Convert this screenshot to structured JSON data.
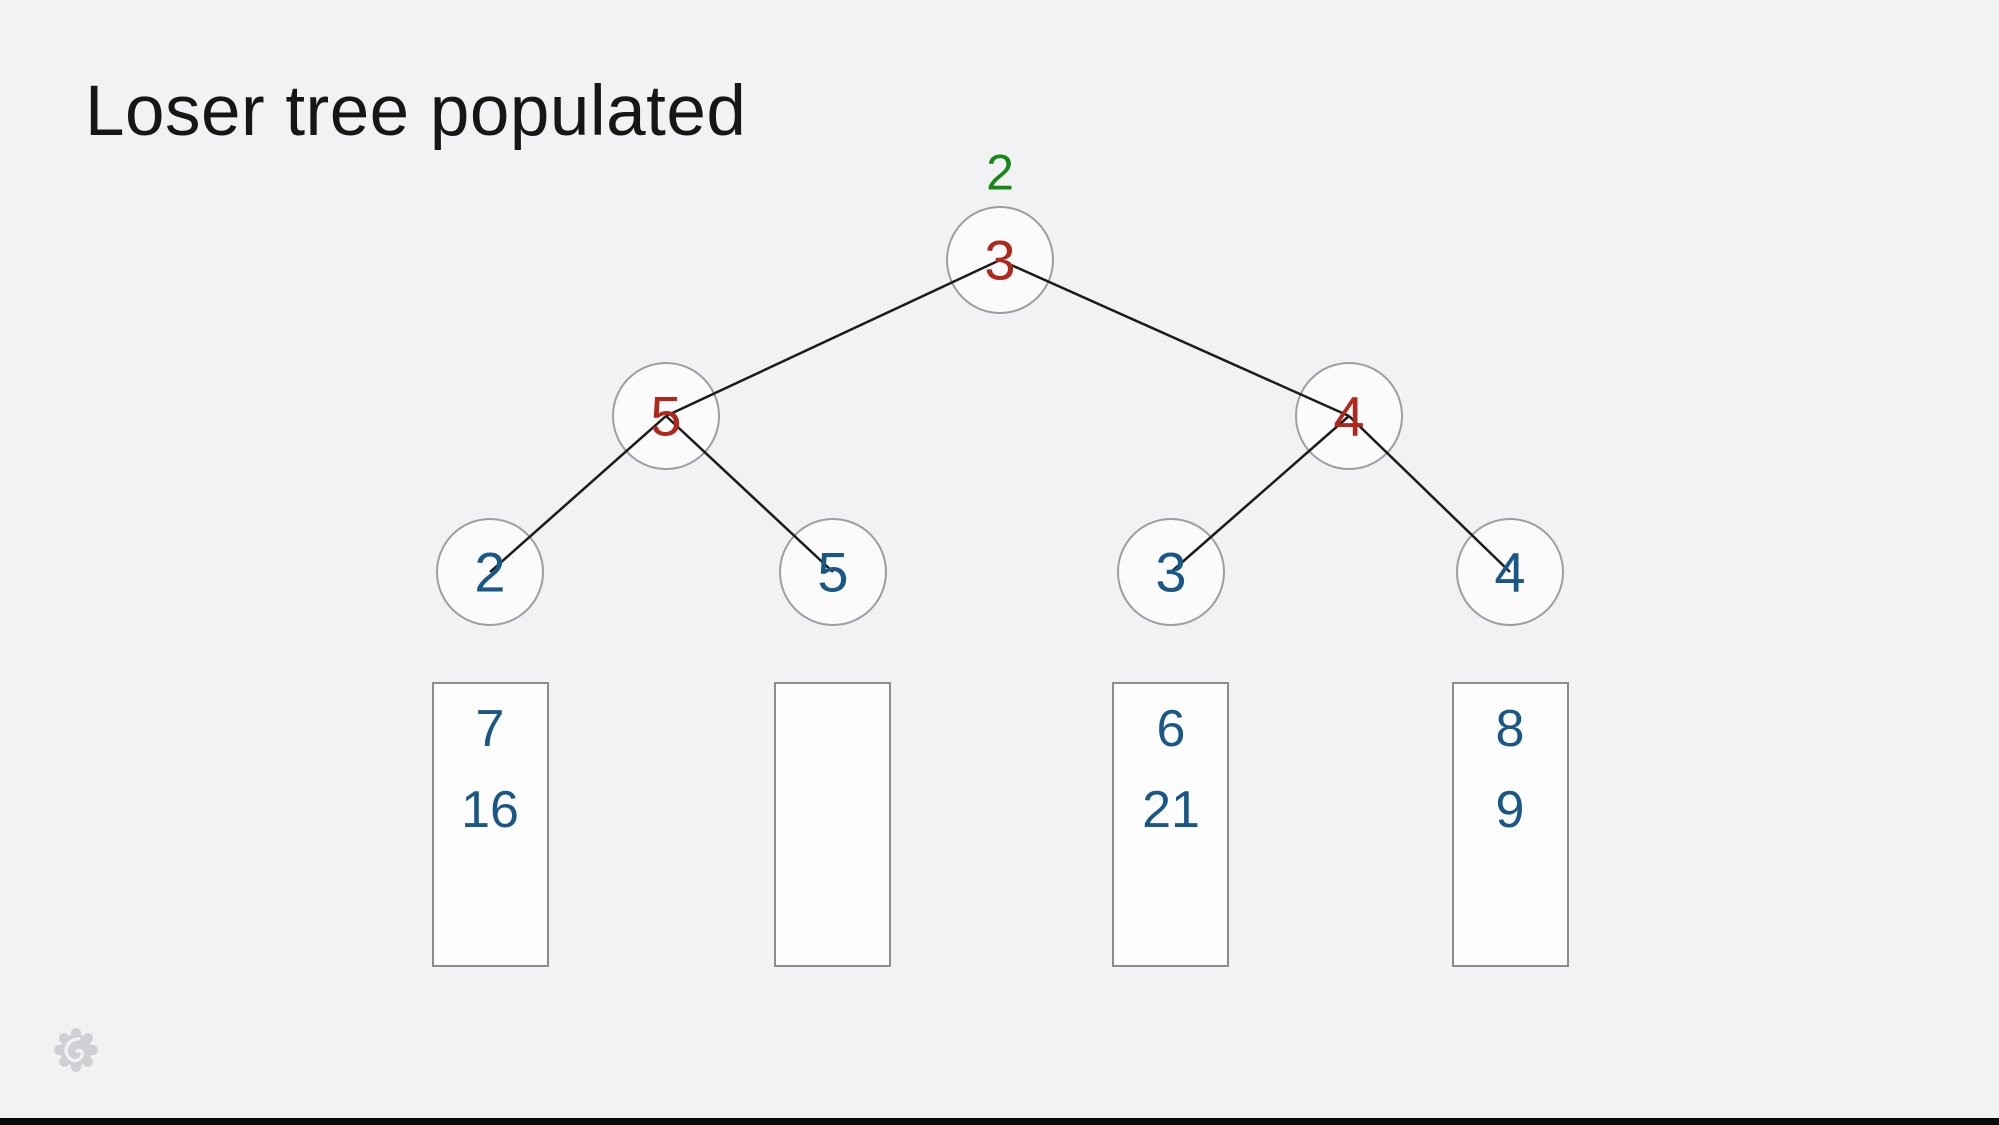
{
  "slide": {
    "title": "Loser tree populated"
  },
  "tree": {
    "overall_winner": "2",
    "internal_nodes": [
      {
        "name": "root",
        "value": "3"
      },
      {
        "name": "left",
        "value": "5"
      },
      {
        "name": "right",
        "value": "4"
      }
    ],
    "leaf_nodes": [
      {
        "value": "2"
      },
      {
        "value": "5"
      },
      {
        "value": "3"
      },
      {
        "value": "4"
      }
    ],
    "queues": [
      {
        "items": [
          "7",
          "16"
        ]
      },
      {
        "items": []
      },
      {
        "items": [
          "6",
          "21"
        ]
      },
      {
        "items": [
          "8",
          "9"
        ]
      }
    ]
  },
  "icons": {
    "watermark": "spiral-gear-logo"
  },
  "colors": {
    "background": "#f2f2f4",
    "title_text": "#161616",
    "winner_green": "#178717",
    "internal_red": "#b1271b",
    "leaf_blue": "#1a5789",
    "edge_line": "#1b1b1b",
    "node_fill": "#fbfbfc",
    "node_border": "#9e9ea1",
    "queue_fill": "#fdfdfe",
    "queue_border": "#8c8c8e",
    "logo_gray": "#cfcfd4",
    "letterbox": "#0a0a0a"
  }
}
